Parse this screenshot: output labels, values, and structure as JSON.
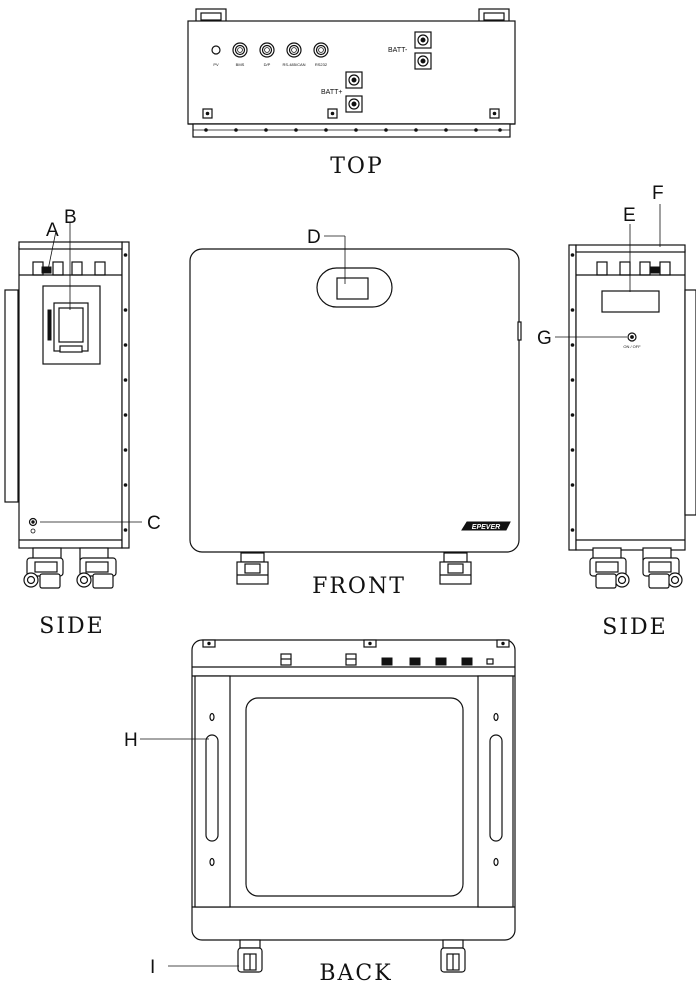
{
  "views": {
    "top": "TOP",
    "front": "FRONT",
    "side_left": "SIDE",
    "side_right": "SIDE",
    "back": "BACK"
  },
  "callouts": {
    "a": "A",
    "b": "B",
    "c": "C",
    "d": "D",
    "e": "E",
    "f": "F",
    "g": "G",
    "h": "H",
    "i": "I"
  },
  "top_ports": {
    "pv": "PV",
    "bms": "BMS",
    "dp": "D/P",
    "rs485": "RS-485/CAN",
    "rs232": "RS232",
    "batt_neg": "BATT-",
    "batt_pos": "BATT+"
  },
  "switch_label": "ON / OFF",
  "logo": "EPEVER"
}
